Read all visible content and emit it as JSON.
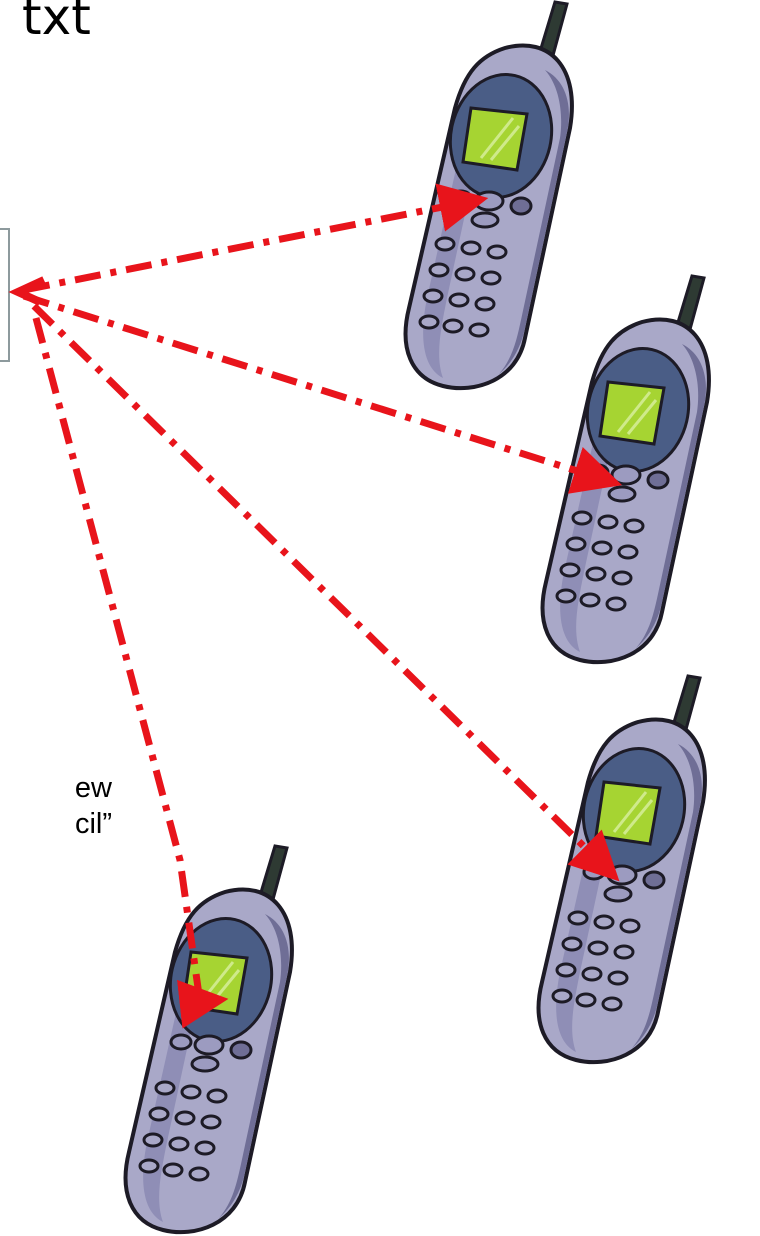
{
  "title_fragment": "txt",
  "caption": {
    "line1": "ew",
    "line2": "cil”"
  },
  "colors": {
    "arrow": "#e8141b",
    "box_border": "#8d9a9d",
    "phone_body": "#a9a8c8",
    "phone_body_dark": "#6f6e96",
    "phone_outline": "#1d1b26",
    "screen": "#a6d432",
    "screen_surround": "#4a5d86",
    "antenna": "#2e3a33"
  },
  "icons": [
    "mobile-phone-icon"
  ]
}
